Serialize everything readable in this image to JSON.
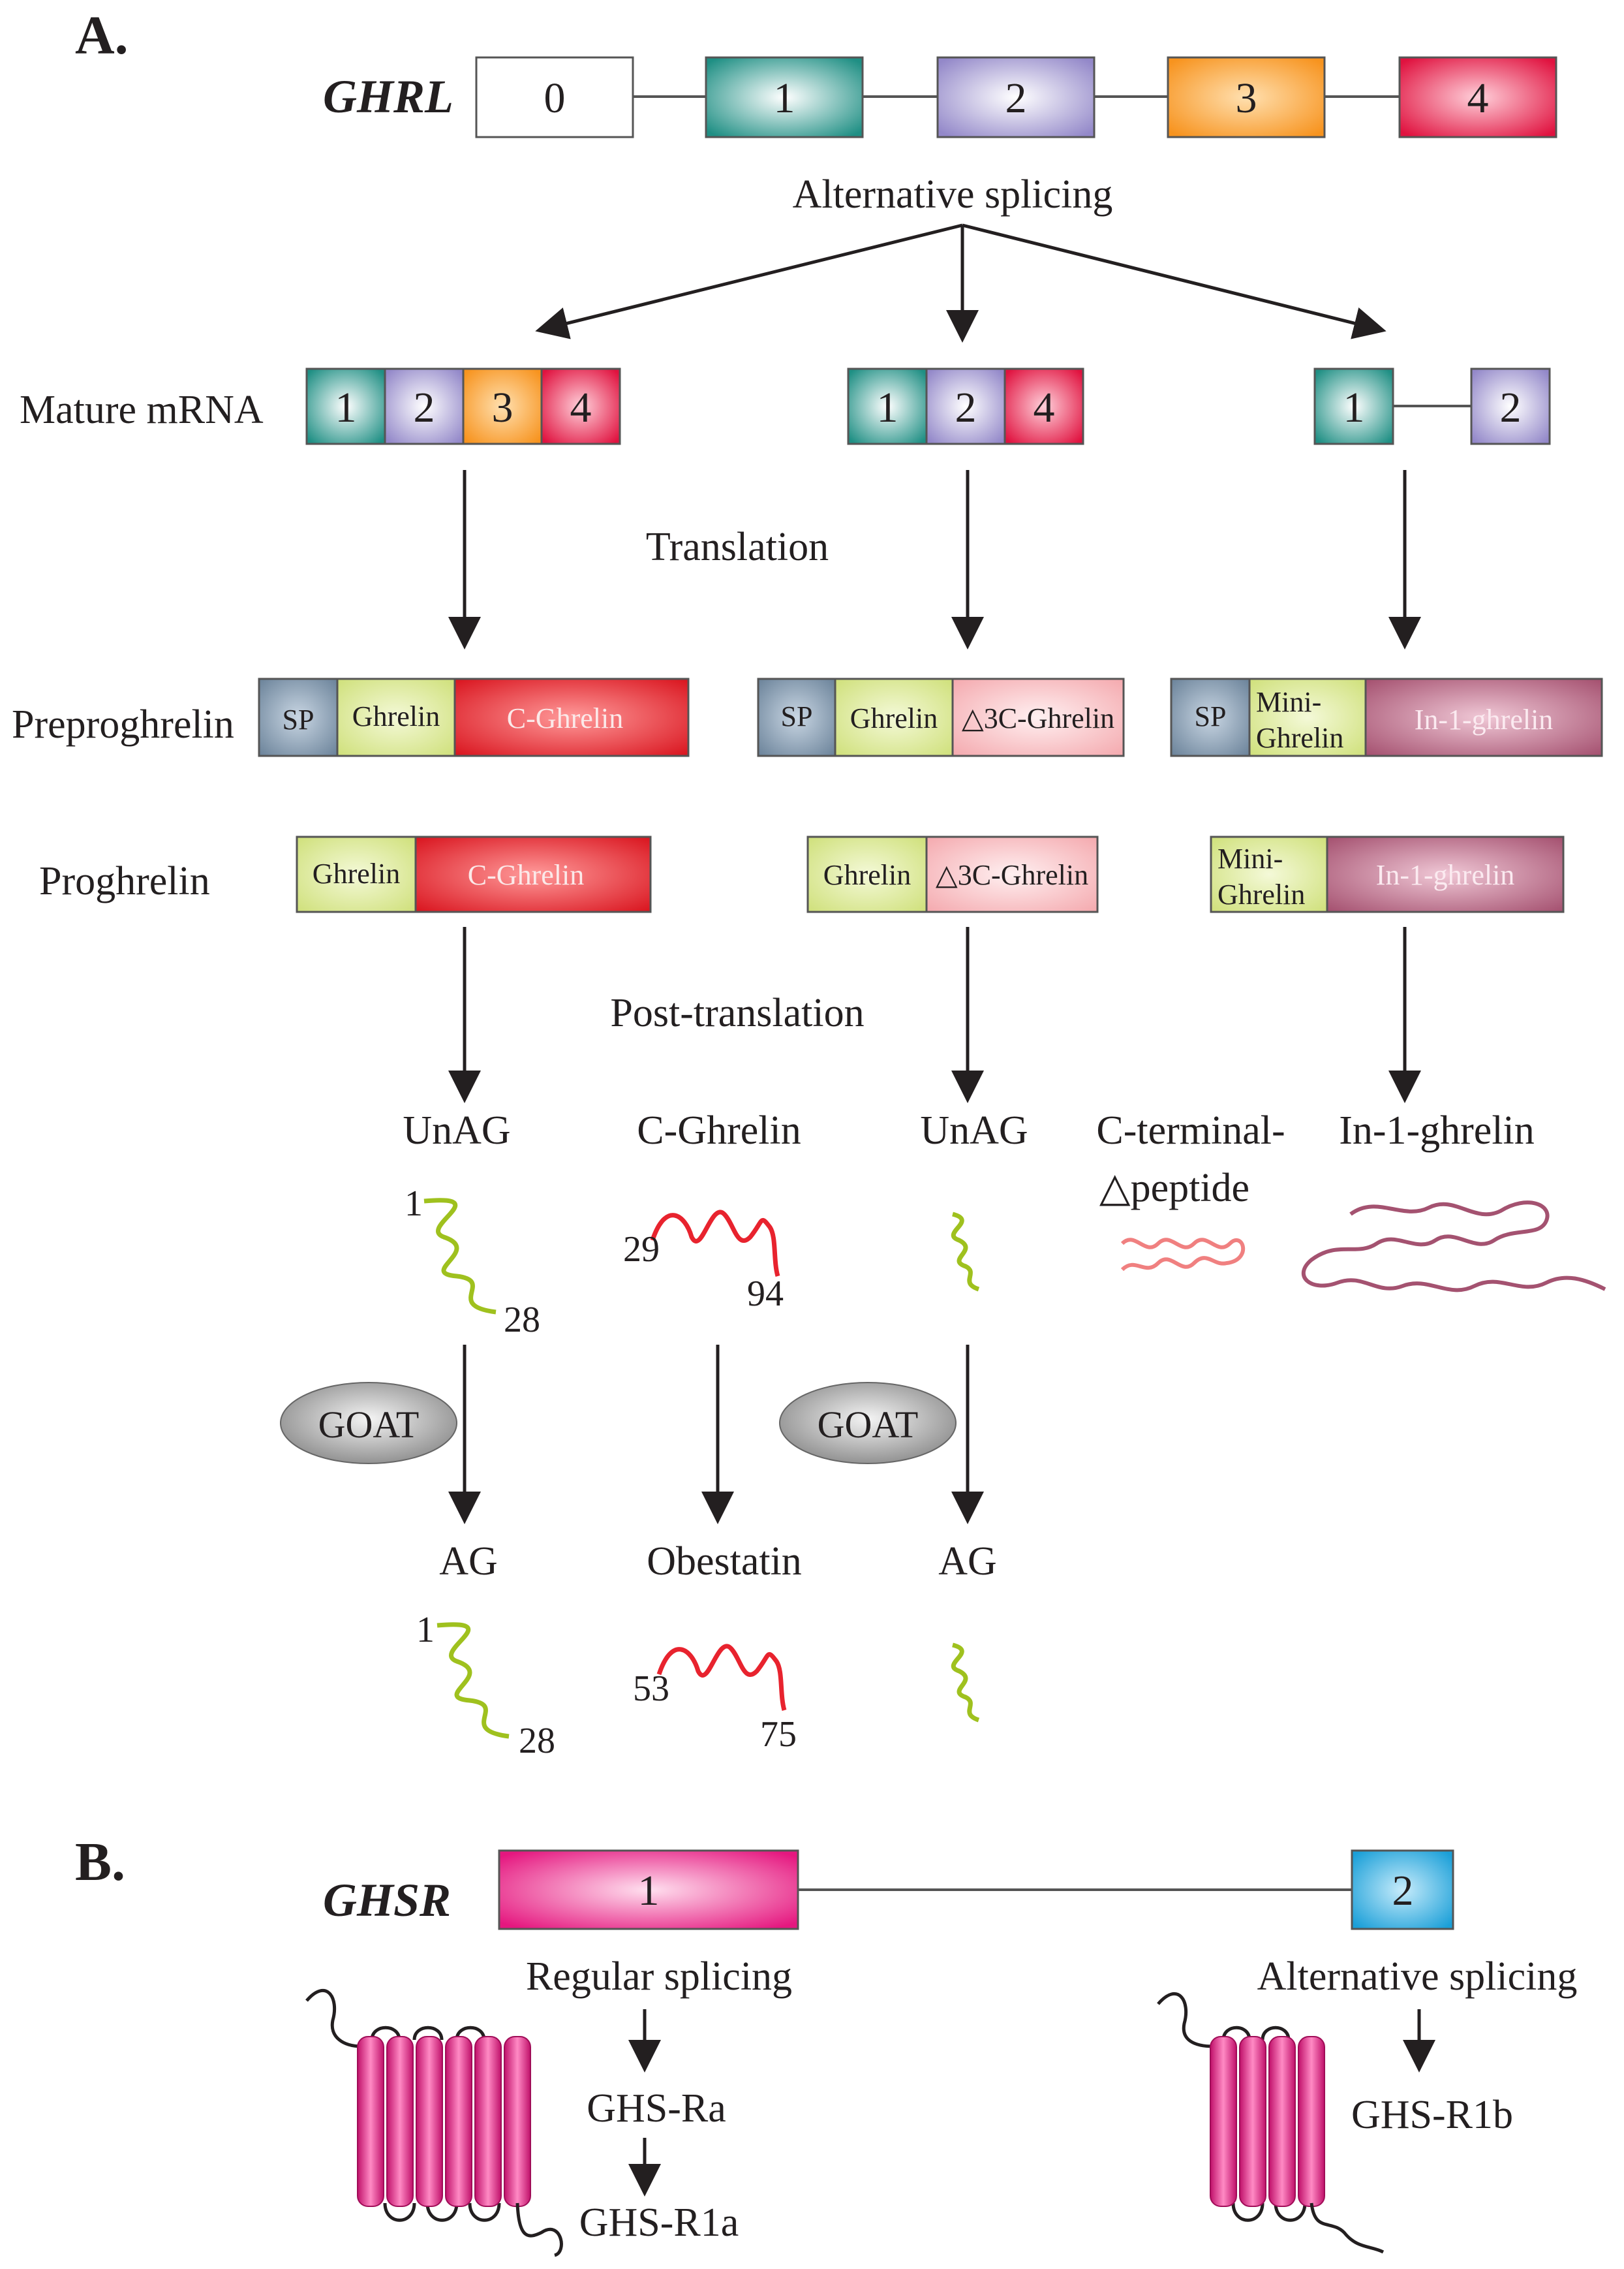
{
  "panel_a": {
    "letter": "A.",
    "gene": "GHRL",
    "exons": [
      "0",
      "1",
      "2",
      "3",
      "4"
    ],
    "splicing": "Alternative splicing",
    "row_mrna": "Mature mRNA",
    "translation": "Translation",
    "row_prepro": "Preproghrelin",
    "row_pro": "Proghrelin",
    "post_translation": "Post-translation",
    "sp": "SP",
    "ghrelin": "Ghrelin",
    "c_ghrelin": "C-Ghrelin",
    "d3c_ghrelin": "△3C-Ghrelin",
    "mini_ghrelin_1": "Mini-",
    "mini_ghrelin_2": "Ghrelin",
    "in1_ghrelin": "In-1-ghrelin",
    "products": {
      "unag": "UnAG",
      "c_ghrelin": "C-Ghrelin",
      "c_terminal_1": "C-terminal-",
      "c_terminal_2": "△peptide",
      "in1_ghrelin": "In-1-ghrelin"
    },
    "goat": "GOAT",
    "final": {
      "ag": "AG",
      "obestatin": "Obestatin"
    },
    "residues": {
      "unag_start": "1",
      "unag_end": "28",
      "cg_start": "29",
      "cg_end": "94",
      "ag_start": "1",
      "ag_end": "28",
      "ob_start": "53",
      "ob_end": "75"
    }
  },
  "panel_b": {
    "letter": "B.",
    "gene": "GHSR",
    "exons": [
      "1",
      "2"
    ],
    "regular": "Regular splicing",
    "alternative": "Alternative splicing",
    "ghs_ra": "GHS-Ra",
    "ghs_r1a": "GHS-R1a",
    "ghs_r1b": "GHS-R1b"
  },
  "colors": {
    "exon1": "#2aa597",
    "exon2": "#a9a0d4",
    "exon3": "#f7931e",
    "exon4": "#e8234f",
    "sp": "#7b93ab",
    "ghrelin": "#d9e88a",
    "c_ghrelin": "#e8232e",
    "d3c": "#f8c5c8",
    "in1": "#b5657f",
    "peptide_green": "#9fc11e",
    "peptide_red": "#e8232e",
    "peptide_pink": "#f08080",
    "peptide_mauve": "#a45270",
    "ghsr1": "#e5177f",
    "ghsr2": "#1a9fd8"
  }
}
